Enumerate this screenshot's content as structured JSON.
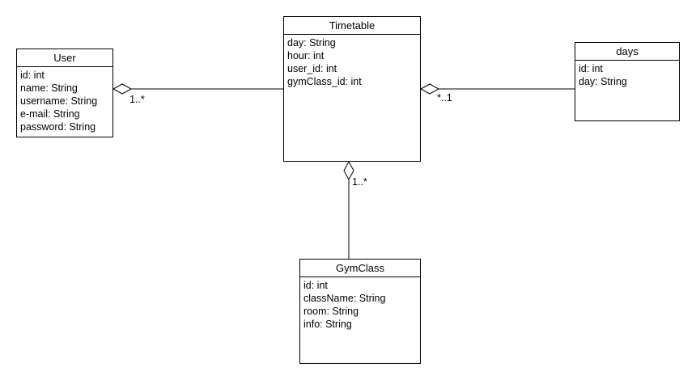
{
  "classes": {
    "user": {
      "name": "User",
      "attributes": [
        "id: int",
        "name: String",
        "username: String",
        "e-mail: String",
        "password: String"
      ]
    },
    "timetable": {
      "name": "Timetable",
      "attributes": [
        "day: String",
        "hour: int",
        "user_id: int",
        "gymClass_id: int"
      ]
    },
    "days": {
      "name": "days",
      "attributes": [
        "id: int",
        "day: String"
      ]
    },
    "gymclass": {
      "name": "GymClass",
      "attributes": [
        "id: int",
        "className: String",
        "room: String",
        "info: String"
      ]
    }
  },
  "associations": {
    "user_timetable": {
      "from": "User",
      "to": "Timetable",
      "type": "aggregation",
      "multiplicity": "1..*"
    },
    "timetable_days": {
      "from": "days",
      "to": "Timetable",
      "type": "aggregation",
      "multiplicity": "*..1"
    },
    "gymclass_timetable": {
      "from": "GymClass",
      "to": "Timetable",
      "type": "aggregation",
      "multiplicity": "1..*"
    }
  },
  "colors": {
    "line": "#000000",
    "background": "#ffffff",
    "diamond_fill": "#ffffff"
  }
}
